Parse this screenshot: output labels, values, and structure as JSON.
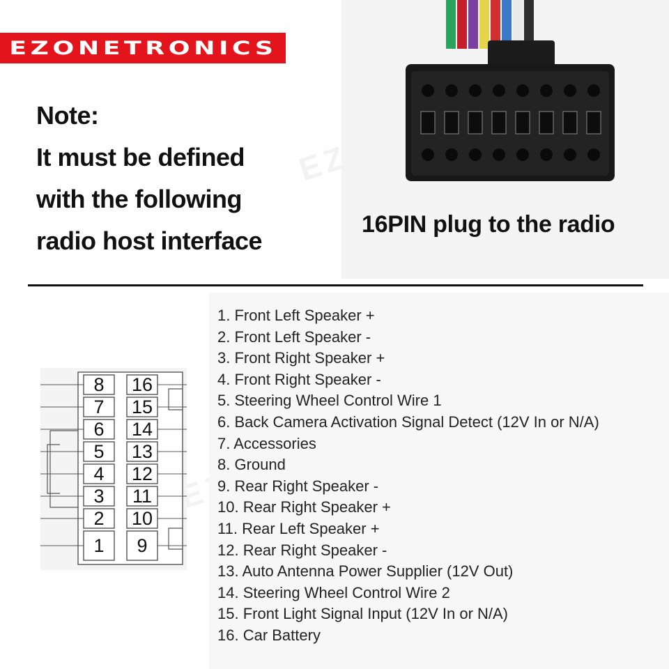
{
  "brand": {
    "logo_text": "EZONETRONICS",
    "color": "#e3141b"
  },
  "note": {
    "lines": [
      "Note:",
      "It must be defined",
      "with the following",
      "radio host interface"
    ]
  },
  "photo": {
    "caption": "16PIN plug to the radio"
  },
  "connector": {
    "left_column": [
      "8",
      "7",
      "6",
      "5",
      "4",
      "3",
      "2",
      "1"
    ],
    "right_column": [
      "16",
      "15",
      "14",
      "13",
      "12",
      "11",
      "10",
      "9"
    ]
  },
  "pin_descriptions": [
    "1. Front Left Speaker +",
    "2. Front Left Speaker -",
    "3. Front Right Speaker +",
    "4. Front Right Speaker -",
    "5. Steering Wheel Control Wire 1",
    "6. Back Camera Activation Signal Detect (12V In or N/A)",
    "7. Accessories",
    "8. Ground",
    "9. Rear Right Speaker -",
    "10. Rear Right Speaker +",
    "11. Rear Left Speaker +",
    "12. Rear Right Speaker -",
    "13. Auto Antenna Power Supplier (12V Out)",
    "14. Steering Wheel Control Wire 2",
    "15. Front Light Signal Input (12V In or N/A)",
    "16. Car Battery"
  ]
}
